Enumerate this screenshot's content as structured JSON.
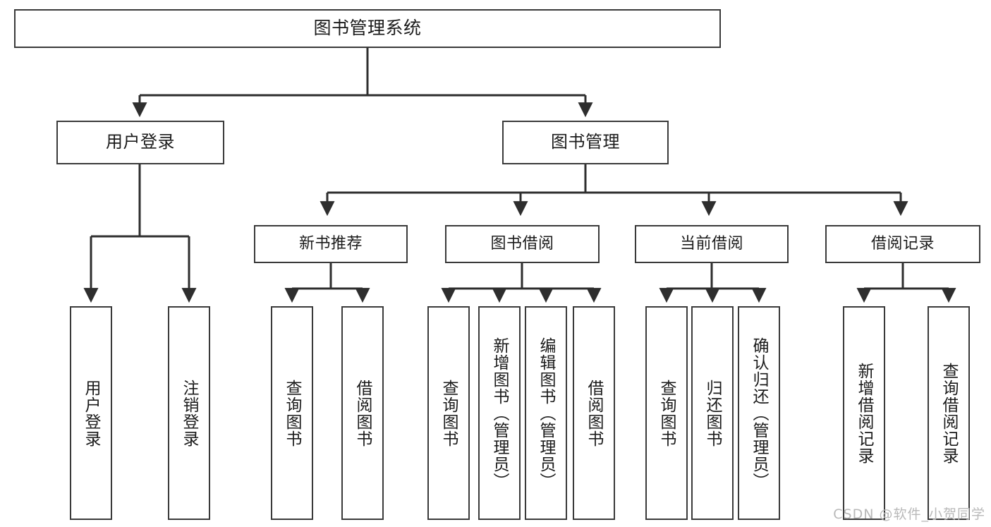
{
  "diagram": {
    "title": "图书管理系统",
    "style": {
      "box_border_color": "#3a3a3a",
      "box_fill_color": "#ffffff",
      "line_color": "#3a3a3a",
      "text_color": "#1b1b1b",
      "background_color": "#ffffff",
      "watermark_color": "#b9b9b9"
    },
    "root": {
      "label": "图书管理系统"
    },
    "level2": [
      {
        "label": "用户登录"
      },
      {
        "label": "图书管理"
      }
    ],
    "level3": [
      {
        "label": "新书推荐"
      },
      {
        "label": "图书借阅"
      },
      {
        "label": "当前借阅"
      },
      {
        "label": "借阅记录"
      }
    ],
    "leaves": {
      "user_login": [
        {
          "label": "用户登录"
        },
        {
          "label": "注销登录"
        }
      ],
      "new_book_recommend": [
        {
          "label": "查询图书"
        },
        {
          "label": "借阅图书"
        }
      ],
      "book_borrow": [
        {
          "label": "查询图书"
        },
        {
          "label": "新增图书（管理员）"
        },
        {
          "label": "编辑图书（管理员）"
        },
        {
          "label": "借阅图书"
        }
      ],
      "current_borrow": [
        {
          "label": "查询图书"
        },
        {
          "label": "归还图书"
        },
        {
          "label": "确认归还（管理员）"
        }
      ],
      "borrow_record": [
        {
          "label": "新增借阅记录"
        },
        {
          "label": "查询借阅记录"
        }
      ]
    },
    "watermark": "CSDN @软件_小贺同学"
  }
}
